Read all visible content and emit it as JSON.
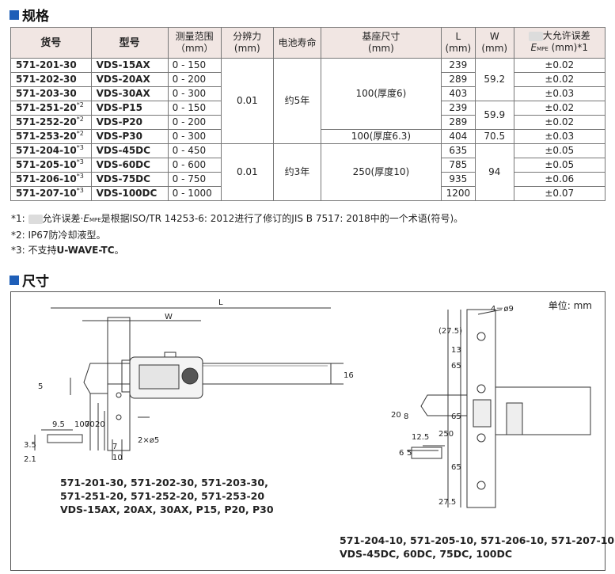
{
  "spec_section": {
    "title": "规格"
  },
  "table": {
    "headers": {
      "code": "货号",
      "model": "型号",
      "range": [
        "测量范围",
        "（mm）"
      ],
      "resolution": [
        "分辨力",
        "(mm)"
      ],
      "battery": "电池寿命",
      "base": [
        "基座尺寸",
        "(mm)"
      ],
      "L": [
        "L",
        "(mm)"
      ],
      "W": [
        "W",
        "(mm)"
      ],
      "error": [
        "大允许误差",
        "mm)*1"
      ]
    },
    "rows": [
      {
        "code": "571-201-30",
        "mark": "",
        "model": "VDS-15AX",
        "range": "0 - 150",
        "L": "239",
        "error": "±0.02"
      },
      {
        "code": "571-202-30",
        "mark": "",
        "model": "VDS-20AX",
        "range": "0 - 200",
        "L": "289",
        "error": "±0.02"
      },
      {
        "code": "571-203-30",
        "mark": "",
        "model": "VDS-30AX",
        "range": "0 - 300",
        "L": "403",
        "error": "±0.03"
      },
      {
        "code": "571-251-20",
        "mark": "*2",
        "model": "VDS-P15",
        "range": "0 - 150",
        "L": "239",
        "error": "±0.02"
      },
      {
        "code": "571-252-20",
        "mark": "*2",
        "model": "VDS-P20",
        "range": "0 - 200",
        "L": "289",
        "error": "±0.02"
      },
      {
        "code": "571-253-20",
        "mark": "*2",
        "model": "VDS-P30",
        "range": "0 - 300",
        "L": "404",
        "error": "±0.03"
      },
      {
        "code": "571-204-10",
        "mark": "*3",
        "model": "VDS-45DC",
        "range": "0 - 450",
        "L": "635",
        "error": "±0.05"
      },
      {
        "code": "571-205-10",
        "mark": "*3",
        "model": "VDS-60DC",
        "range": "0 - 600",
        "L": "785",
        "error": "±0.05"
      },
      {
        "code": "571-206-10",
        "mark": "*3",
        "model": "VDS-75DC",
        "range": "0 - 750",
        "L": "935",
        "error": "±0.06"
      },
      {
        "code": "571-207-10",
        "mark": "*3",
        "model": "VDS-100DC",
        "range": "0 - 1000",
        "L": "1200",
        "error": "±0.07"
      }
    ],
    "merged": {
      "resolution_a": "0.01",
      "battery_a": "约5年",
      "resolution_b": "0.01",
      "battery_b": "约3年",
      "base_a": "100(厚度6)",
      "base_b": "100(厚度6.3)",
      "base_c": "250(厚度10)",
      "W_a": "59.2",
      "W_b": "59.9",
      "W_c": "70.5",
      "W_d": "94"
    }
  },
  "notes": {
    "n1_prefix": "*1:",
    "n1_text": "允许误差·",
    "n1_rest": "是根据ISO/TR 14253-6: 2012进行了修订的JIS B 7517: 2018中的一个术语(符号)。",
    "n2": "*2: IP67防冷却液型。",
    "n3_prefix": "*3: 不支持",
    "n3_bold": "U-WAVE-TC",
    "n3_suffix": "。"
  },
  "dim_section": {
    "title": "尺寸",
    "unit": "单位: mm",
    "left_models": [
      "571-201-30, 571-202-30, 571-203-30,",
      "571-251-20, 571-252-20, 571-253-20",
      "VDS-15AX, 20AX, 30AX, P15, P20, P30"
    ],
    "right_models": [
      "571-204-10, 571-205-10, 571-206-10, 571-207-10",
      "VDS-45DC, 60DC, 75DC, 100DC"
    ],
    "left_labels": {
      "L": "L",
      "W": "W",
      "d16": "16",
      "d5": "5",
      "d100": "100",
      "d70": "70",
      "d20": "20",
      "d95": "9.5",
      "d35": "3.5",
      "d21": "2.1",
      "d7": "7",
      "d10": "10",
      "holes": "2×ø5"
    },
    "right_labels": {
      "holes": "4－ø9",
      "d275a": "(27.5)",
      "d13": "13",
      "d65a": "65",
      "d65b": "65",
      "d250": "250",
      "d20": "20",
      "d8": "8",
      "d125": "12.5",
      "d6": "6",
      "d5": "5",
      "d65c": "65",
      "d275b": "27.5"
    }
  }
}
